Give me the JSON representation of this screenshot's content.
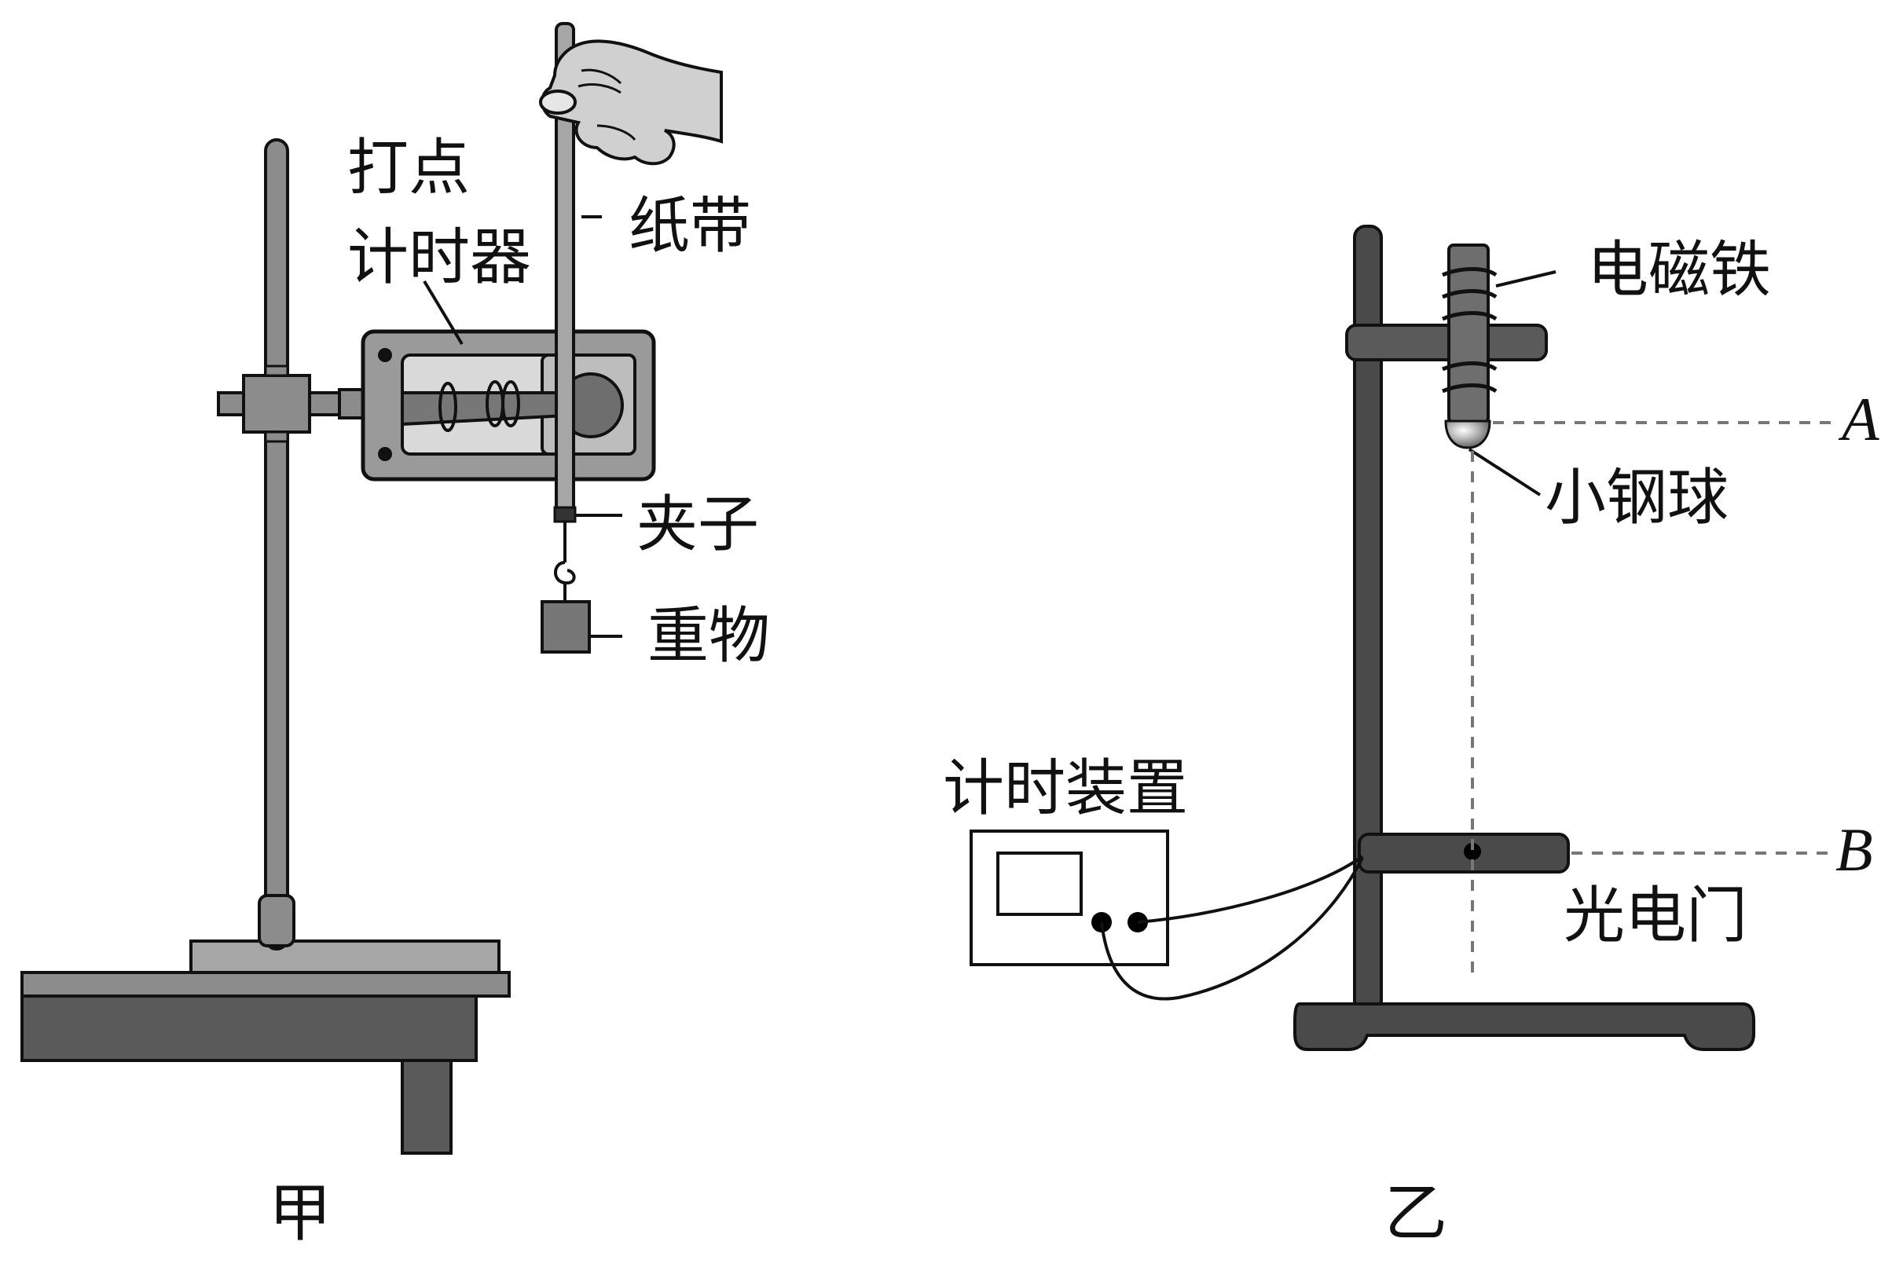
{
  "figure_a": {
    "caption": "甲",
    "labels": {
      "timer_line1": "打点",
      "timer_line2": "计时器",
      "tape": "纸带",
      "clip": "夹子",
      "weight": "重物"
    }
  },
  "figure_b": {
    "caption": "乙",
    "labels": {
      "electromagnet": "电磁铁",
      "ball": "小钢球",
      "timer_device": "计时装置",
      "photogate": "光电门",
      "point_a": "A",
      "point_b": "B"
    }
  },
  "colors": {
    "stroke": "#111111",
    "dark_gray": "#4a4a4a",
    "mid_gray": "#8c8c8c",
    "light_gray": "#bdbdbd",
    "hand": "#d0d0d0",
    "dashed": "#777777"
  }
}
